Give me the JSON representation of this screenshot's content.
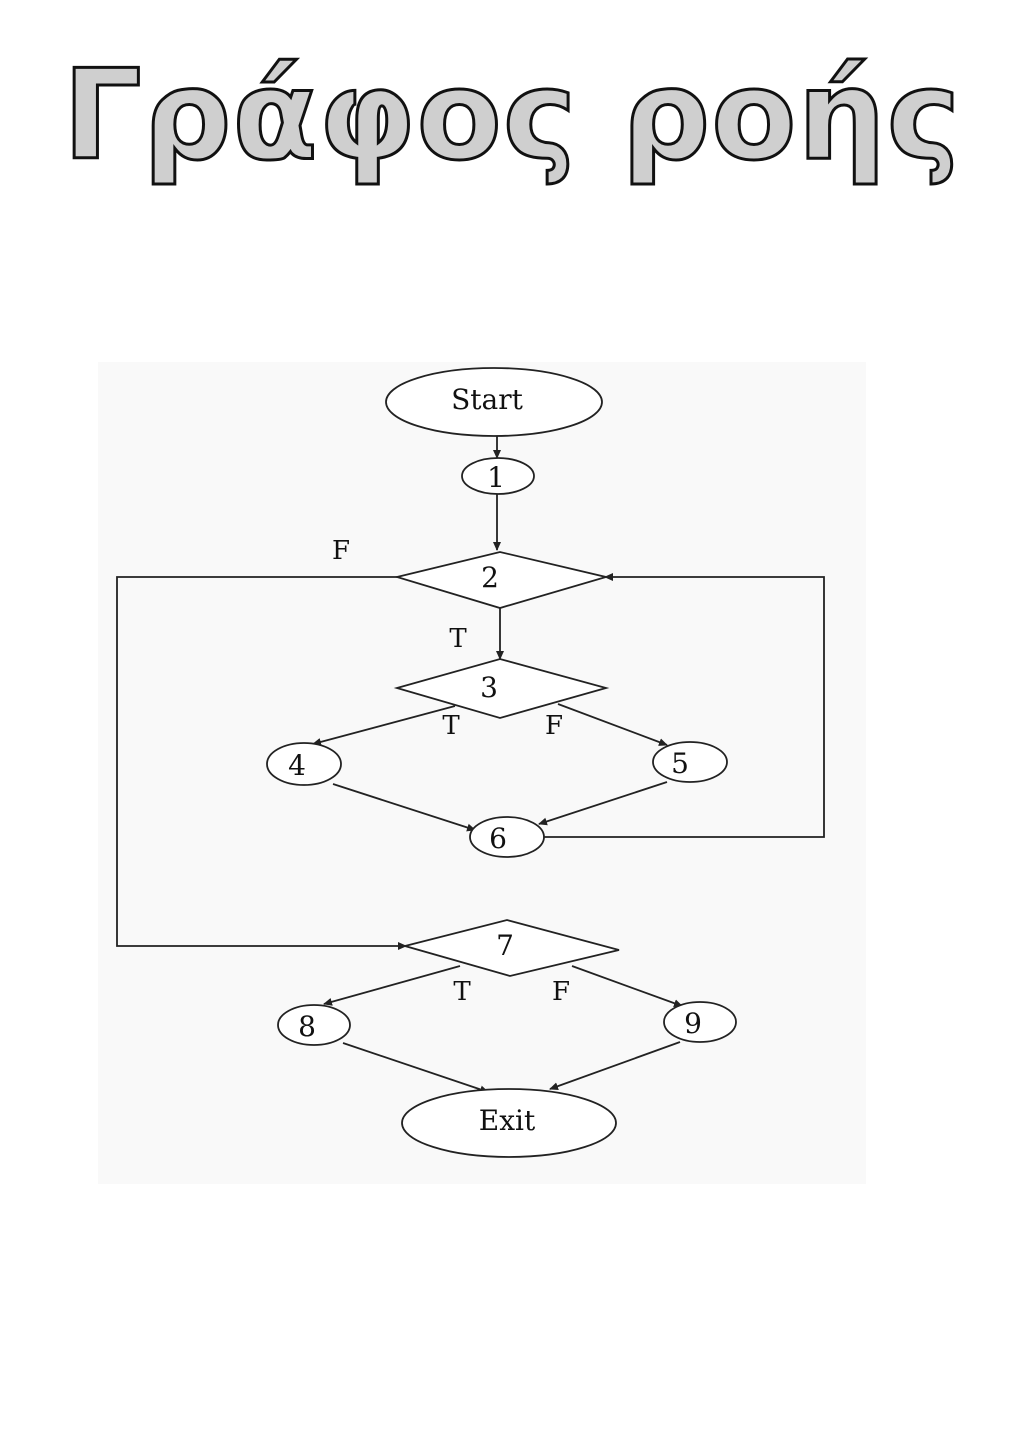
{
  "title": "Γράφος ροής",
  "nodes": {
    "start": "Start",
    "n1": "1",
    "n2": "2",
    "n3": "3",
    "n4": "4",
    "n5": "5",
    "n6": "6",
    "n7": "7",
    "n8": "8",
    "n9": "9",
    "exit": "Exit"
  },
  "edge_labels": {
    "n2_false": "F",
    "n2_true": "T",
    "n3_true": "T",
    "n3_false": "F",
    "n7_true": "T",
    "n7_false": "F"
  }
}
